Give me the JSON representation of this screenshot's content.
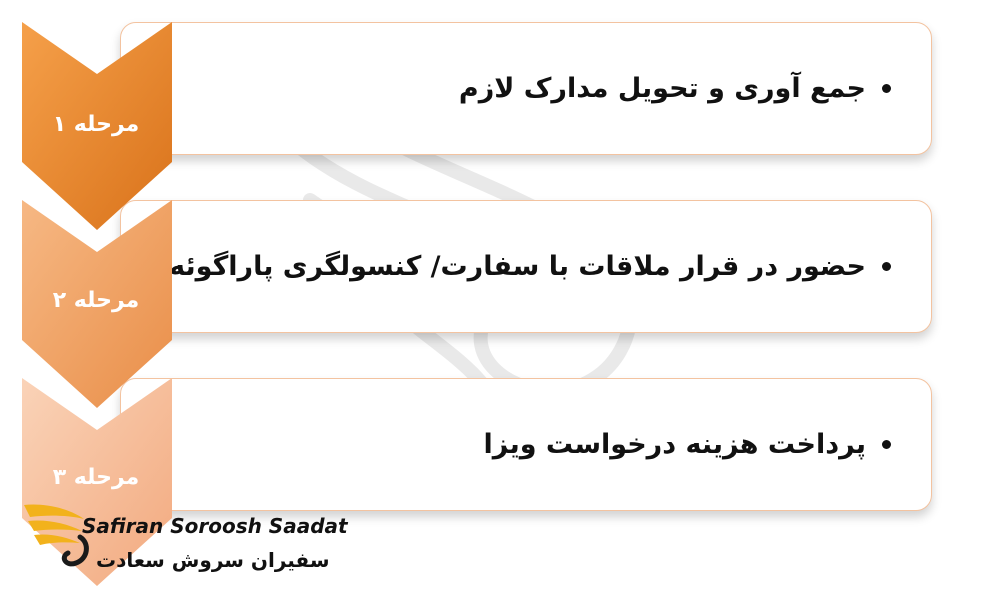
{
  "steps": [
    {
      "stage_label": "مرحله ۱",
      "text": "جمع آوری و تحویل مدارک لازم",
      "color": "#e88a30"
    },
    {
      "stage_label": "مرحله ۲",
      "text": "حضور در قرار ملاقات با سفارت/ کنسولگری پاراگوئه",
      "color": "#f0a265"
    },
    {
      "stage_label": "مرحله ۳",
      "text": "پرداخت هزینه درخواست ویزا",
      "color": "#f6c2a0"
    }
  ],
  "brand": {
    "name_latin": "Safiran Soroosh Saadat",
    "name_fa": "سفیران سروش سعادت",
    "wing_color": "#f2b21c"
  },
  "colors": {
    "box_border": "#f3c3a0",
    "text": "#111111"
  }
}
